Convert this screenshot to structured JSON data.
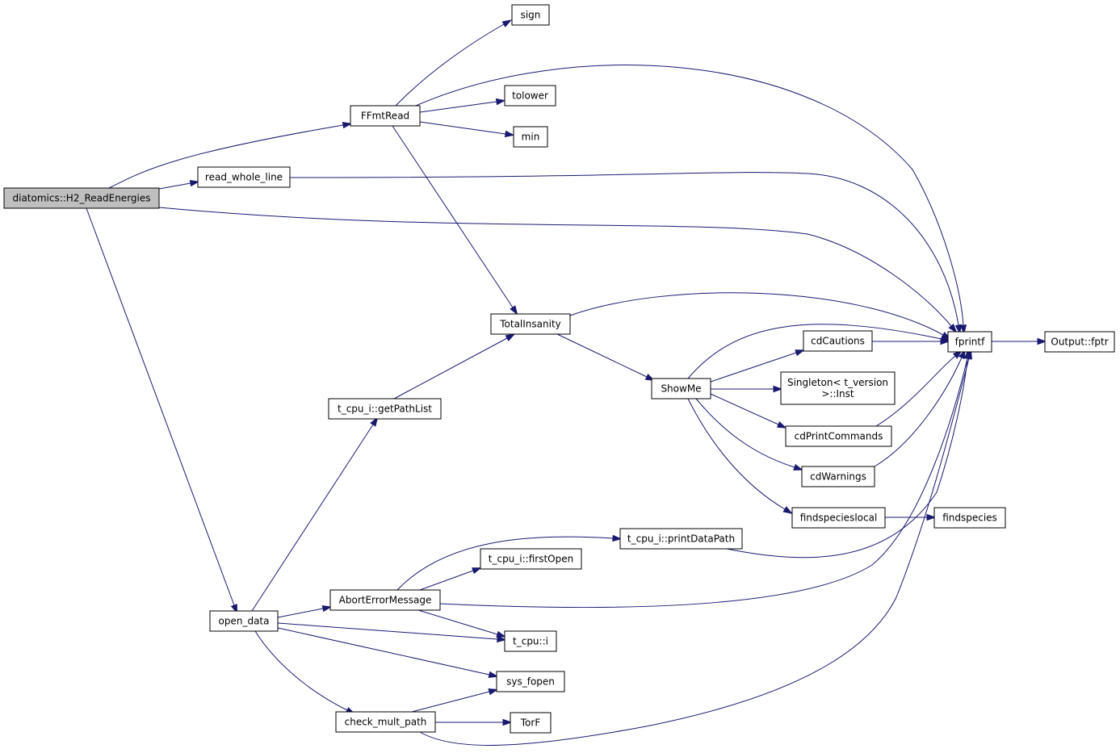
{
  "nodes": [
    {
      "id": "h2_read",
      "label": "diatomics::H2_ReadEnergies"
    },
    {
      "id": "ffmtread",
      "label": "FFmtRead"
    },
    {
      "id": "read_whole_line",
      "label": "read_whole_line"
    },
    {
      "id": "open_data",
      "label": "open_data"
    },
    {
      "id": "sign",
      "label": "sign"
    },
    {
      "id": "tolower",
      "label": "tolower"
    },
    {
      "id": "min",
      "label": "min"
    },
    {
      "id": "totalinsanity",
      "label": "TotalInsanity"
    },
    {
      "id": "getpathlist",
      "label": "t_cpu_i::getPathList"
    },
    {
      "id": "showme",
      "label": "ShowMe"
    },
    {
      "id": "cdcautions",
      "label": "cdCautions"
    },
    {
      "id": "singleton",
      "label": "Singleton< t_version\n>::Inst"
    },
    {
      "id": "cdprintcommands",
      "label": "cdPrintCommands"
    },
    {
      "id": "cdwarnings",
      "label": "cdWarnings"
    },
    {
      "id": "findspecieslocal",
      "label": "findspecieslocal"
    },
    {
      "id": "findspecies",
      "label": "findspecies"
    },
    {
      "id": "fprintf",
      "label": "fprintf"
    },
    {
      "id": "output_fptr",
      "label": "Output::fptr"
    },
    {
      "id": "printdatapath",
      "label": "t_cpu_i::printDataPath"
    },
    {
      "id": "firstopen",
      "label": "t_cpu_i::firstOpen"
    },
    {
      "id": "aborterror",
      "label": "AbortErrorMessage"
    },
    {
      "id": "tcpu_i",
      "label": "t_cpu::i"
    },
    {
      "id": "sys_fopen",
      "label": "sys_fopen"
    },
    {
      "id": "check_mult_path",
      "label": "check_mult_path"
    },
    {
      "id": "torf",
      "label": "TorF"
    }
  ],
  "edges": [
    {
      "from": "h2_read",
      "to": "ffmtread"
    },
    {
      "from": "h2_read",
      "to": "read_whole_line"
    },
    {
      "from": "h2_read",
      "to": "fprintf"
    },
    {
      "from": "h2_read",
      "to": "open_data"
    },
    {
      "from": "ffmtread",
      "to": "sign"
    },
    {
      "from": "ffmtread",
      "to": "fprintf"
    },
    {
      "from": "ffmtread",
      "to": "tolower"
    },
    {
      "from": "ffmtread",
      "to": "min"
    },
    {
      "from": "ffmtread",
      "to": "totalinsanity"
    },
    {
      "from": "read_whole_line",
      "to": "fprintf"
    },
    {
      "from": "totalinsanity",
      "to": "fprintf"
    },
    {
      "from": "totalinsanity",
      "to": "showme"
    },
    {
      "from": "showme",
      "to": "fprintf"
    },
    {
      "from": "showme",
      "to": "cdcautions"
    },
    {
      "from": "showme",
      "to": "singleton"
    },
    {
      "from": "showme",
      "to": "cdprintcommands"
    },
    {
      "from": "showme",
      "to": "cdwarnings"
    },
    {
      "from": "showme",
      "to": "findspecieslocal"
    },
    {
      "from": "cdcautions",
      "to": "fprintf"
    },
    {
      "from": "cdprintcommands",
      "to": "fprintf"
    },
    {
      "from": "cdwarnings",
      "to": "fprintf"
    },
    {
      "from": "findspecieslocal",
      "to": "findspecies"
    },
    {
      "from": "fprintf",
      "to": "output_fptr"
    },
    {
      "from": "getpathlist",
      "to": "totalinsanity"
    },
    {
      "from": "open_data",
      "to": "getpathlist"
    },
    {
      "from": "open_data",
      "to": "aborterror"
    },
    {
      "from": "open_data",
      "to": "tcpu_i"
    },
    {
      "from": "open_data",
      "to": "sys_fopen"
    },
    {
      "from": "open_data",
      "to": "check_mult_path"
    },
    {
      "from": "aborterror",
      "to": "printdatapath"
    },
    {
      "from": "aborterror",
      "to": "firstopen"
    },
    {
      "from": "aborterror",
      "to": "fprintf"
    },
    {
      "from": "aborterror",
      "to": "tcpu_i"
    },
    {
      "from": "printdatapath",
      "to": "fprintf"
    },
    {
      "from": "check_mult_path",
      "to": "sys_fopen"
    },
    {
      "from": "check_mult_path",
      "to": "torf"
    },
    {
      "from": "check_mult_path",
      "to": "fprintf"
    }
  ]
}
